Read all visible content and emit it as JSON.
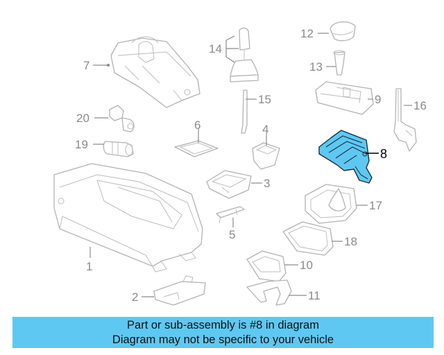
{
  "callouts": {
    "c1": "1",
    "c2": "2",
    "c3": "3",
    "c4": "4",
    "c5": "5",
    "c6": "6",
    "c7": "7",
    "c8": "8",
    "c9": "9",
    "c10": "10",
    "c11": "11",
    "c12": "12",
    "c13": "13",
    "c14": "14",
    "c15": "15",
    "c16": "16",
    "c17": "17",
    "c18": "18",
    "c19": "19",
    "c20": "20"
  },
  "highlighted_part": "8",
  "colors": {
    "highlight": "#5ec8f2",
    "line": "#b2b2b2",
    "banner": "#5ec8f2"
  },
  "banner": {
    "line1": "Part or sub-assembly is #8 in diagram",
    "line2": "Diagram may not be specific to your vehicle"
  }
}
